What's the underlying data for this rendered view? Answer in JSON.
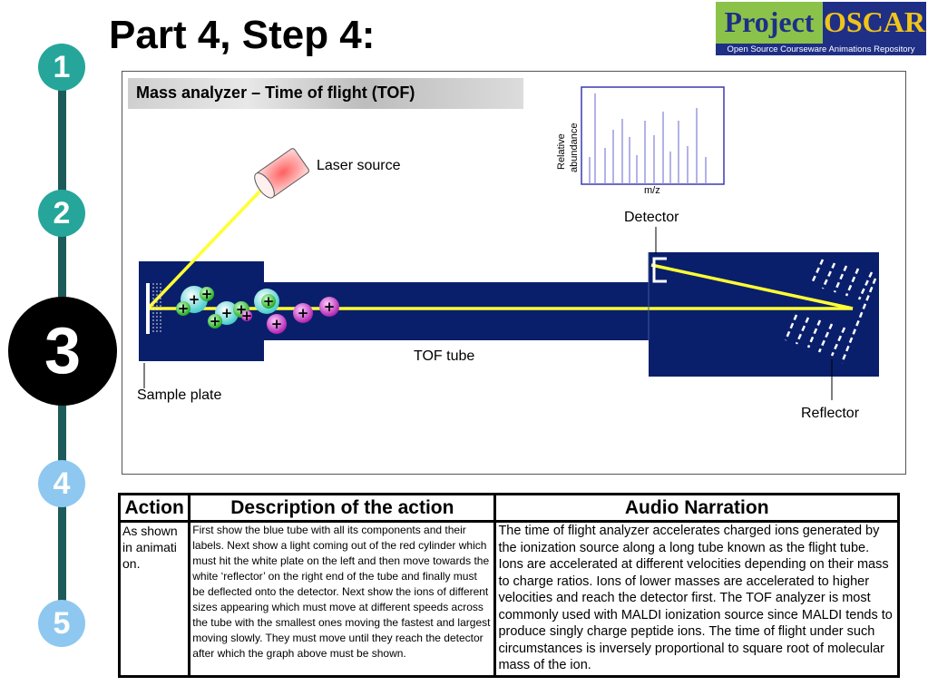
{
  "title": "Part 4, Step 4:",
  "logo": {
    "word1": "Project",
    "word2": "OSCAR",
    "subtitle": "Open Source Courseware Animations Repository"
  },
  "steps": [
    {
      "label": "1",
      "color": "#26a69a"
    },
    {
      "label": "2",
      "color": "#26a69a"
    },
    {
      "label": "3",
      "color": "#000000"
    },
    {
      "label": "4",
      "color": "#8ec8f0"
    },
    {
      "label": "5",
      "color": "#8ec8f0"
    }
  ],
  "diagram": {
    "title": "Mass analyzer – Time of flight (TOF)",
    "laser_source": "Laser source",
    "detector": "Detector",
    "tof_tube": "TOF tube",
    "sample_plate": "Sample plate",
    "reflector": "Reflector",
    "spectrum": {
      "ylabel_line1": "Relative",
      "ylabel_line2": "abundance",
      "xlabel": "m/z"
    },
    "ion_charge": "+",
    "colors": {
      "tube": "#0a1f6b",
      "beam": "#ffff33",
      "ion_green": "#33cc33",
      "ion_cyan": "#66e0e0",
      "ion_magenta": "#cc33cc"
    }
  },
  "table": {
    "headers": {
      "action": "Action",
      "description": "Description of the action",
      "audio": "Audio Narration"
    },
    "row": {
      "action": "As shown in animati on.",
      "description": "First show the blue tube with all its components and their labels. Next show a light coming out of the red cylinder which must hit the white plate on the left and then move towards the white ‘reflector’ on the right end of the tube and finally must be deflected onto the detector. Next show the ions of different sizes appearing which must move at different speeds across the tube with the smallest ones moving the fastest and largest moving slowly. They must move until they reach the detector after which the graph above must be shown.",
      "audio": "The time of flight analyzer accelerates charged ions generated by the ionization source along a long tube known as the flight tube. Ions are accelerated at different velocities depending on their mass to charge ratios. Ions of lower masses are accelerated to higher velocities and reach the detector first. The TOF analyzer is most commonly used with MALDI ionization source since MALDI tends to produce singly charge peptide ions. The time of flight under such circumstances is inversely proportional to square root of molecular mass of the ion."
    }
  }
}
